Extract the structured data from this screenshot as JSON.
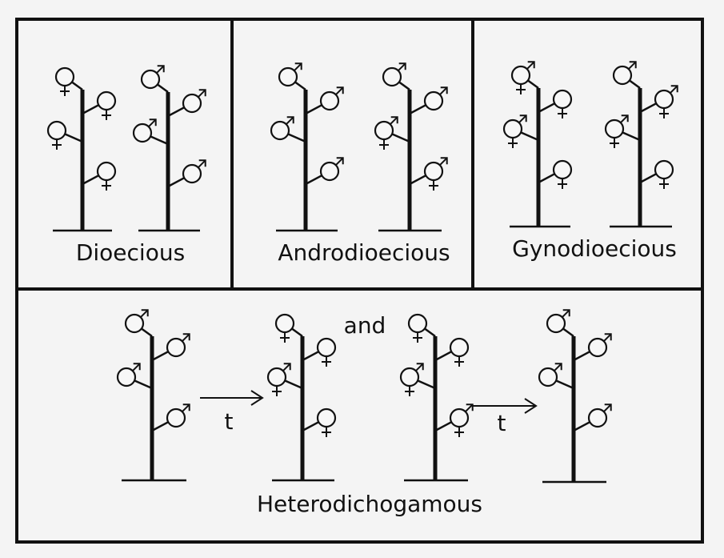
{
  "panels": {
    "dioecious": {
      "label": "Dioecious"
    },
    "androdioecious": {
      "label": "Androdioecious"
    },
    "gynodioecious": {
      "label": "Gynodioecious"
    },
    "heterodichogamous": {
      "label": "Heterodichogamous",
      "connector": "and",
      "arrow_label": "t"
    }
  },
  "plants": [
    {
      "id": "dio-1",
      "flowers": [
        "female",
        "female",
        "female",
        "female"
      ]
    },
    {
      "id": "dio-2",
      "flowers": [
        "male",
        "male",
        "male",
        "male"
      ]
    },
    {
      "id": "andro-1",
      "flowers": [
        "male",
        "male",
        "male",
        "male"
      ]
    },
    {
      "id": "andro-2",
      "flowers": [
        "male",
        "male",
        "bisexual",
        "bisexual"
      ]
    },
    {
      "id": "gyno-1",
      "flowers": [
        "bisexual",
        "female",
        "bisexual",
        "female"
      ]
    },
    {
      "id": "gyno-2",
      "flowers": [
        "male",
        "bisexual",
        "bisexual",
        "female"
      ]
    },
    {
      "id": "het-1",
      "flowers": [
        "male",
        "male",
        "male",
        "male"
      ]
    },
    {
      "id": "het-2",
      "flowers": [
        "female",
        "female",
        "bisexual",
        "female"
      ]
    },
    {
      "id": "het-3",
      "flowers": [
        "female",
        "female",
        "bisexual",
        "bisexual"
      ]
    },
    {
      "id": "het-4",
      "flowers": [
        "male",
        "male",
        "male",
        "male"
      ]
    }
  ]
}
